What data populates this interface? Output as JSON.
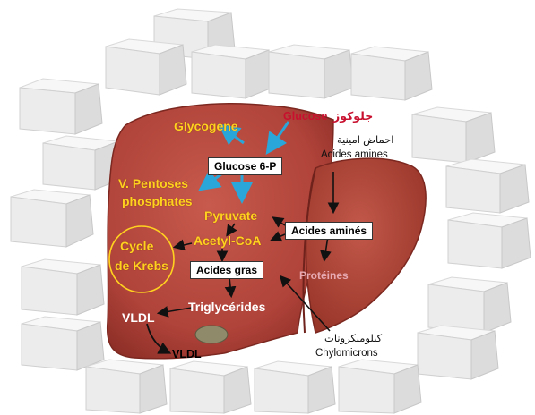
{
  "labels": {
    "glucose_fr": "Glucose",
    "glucose_ar": "جلوكوز",
    "glycogene": "Glycogene",
    "glucose6p": "Glucose 6-P",
    "pentoses_line1": "V. Pentoses",
    "pentoses_line2": "phosphates",
    "pyruvate": "Pyruvate",
    "acides_amines_ar": "احماض امينية",
    "acides_amines_fr": "Acides amines",
    "acides_amines_box": "Acides aminés",
    "acetyl_coa": "Acetyl-CoA",
    "cycle_line1": "Cycle",
    "cycle_line2": "de Krebs",
    "acides_gras": "Acides gras",
    "proteines": "Protéines",
    "triglycerides": "Triglycérides",
    "vldl_liver": "VLDL",
    "vldl_out": "VLDL",
    "chylo_ar": "كيلوميكرونات",
    "chylo_fr": "Chylomicrons"
  },
  "colors": {
    "liver": "#b8453a",
    "liver_dark": "#8e2f27",
    "yellow_text": "#ffd21f",
    "arrow_blue": "#2aa6d8",
    "arabic_red": "#c8102e",
    "circle": "#ffd21f"
  }
}
